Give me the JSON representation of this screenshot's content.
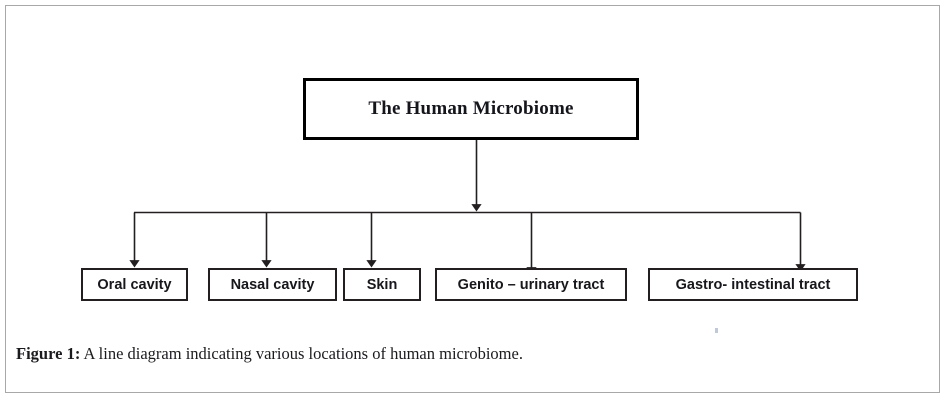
{
  "figure": {
    "root": {
      "label": "The Human Microbiome"
    },
    "leaves": [
      {
        "label": "Oral cavity"
      },
      {
        "label": "Nasal cavity"
      },
      {
        "label": "Skin"
      },
      {
        "label": "Genito – urinary tract"
      },
      {
        "label": "Gastro- intestinal tract"
      }
    ],
    "caption": {
      "prefix": "Figure 1:",
      "text": " A line diagram indicating various locations of human microbiome."
    },
    "colors": {
      "root_border": "#000000",
      "leaf_border": "#231f20",
      "connector": "#231f20",
      "frame": "#a8a8a8",
      "text": "#17171c"
    }
  }
}
